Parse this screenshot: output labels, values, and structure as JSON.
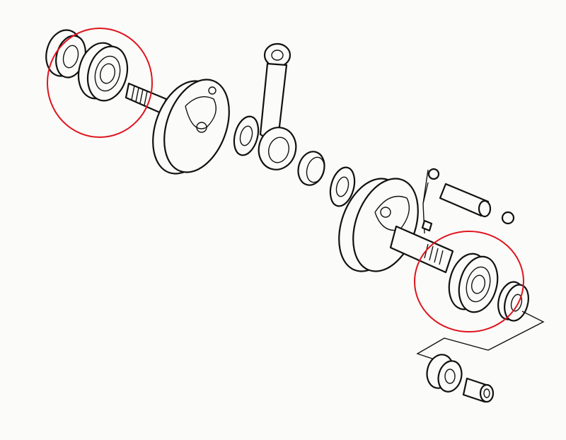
{
  "diagram": {
    "kind": "exploded-crankshaft-assembly",
    "highlight_color": "#e0141e",
    "line_color": "#111111",
    "background_color": "#fbfbf9",
    "parts": [
      "left-outer-seal",
      "left-main-bearing",
      "left-crank-half",
      "big-end-thrust-washer",
      "connecting-rod",
      "needle-bearing",
      "big-end-thrust-washer-2",
      "right-crank-half",
      "crank-pin",
      "woodruff-key",
      "right-main-bearing",
      "right-oil-seal",
      "drive-sprocket",
      "sprocket-nut"
    ],
    "highlights": [
      "left-bearing-group",
      "right-bearing-group"
    ]
  }
}
